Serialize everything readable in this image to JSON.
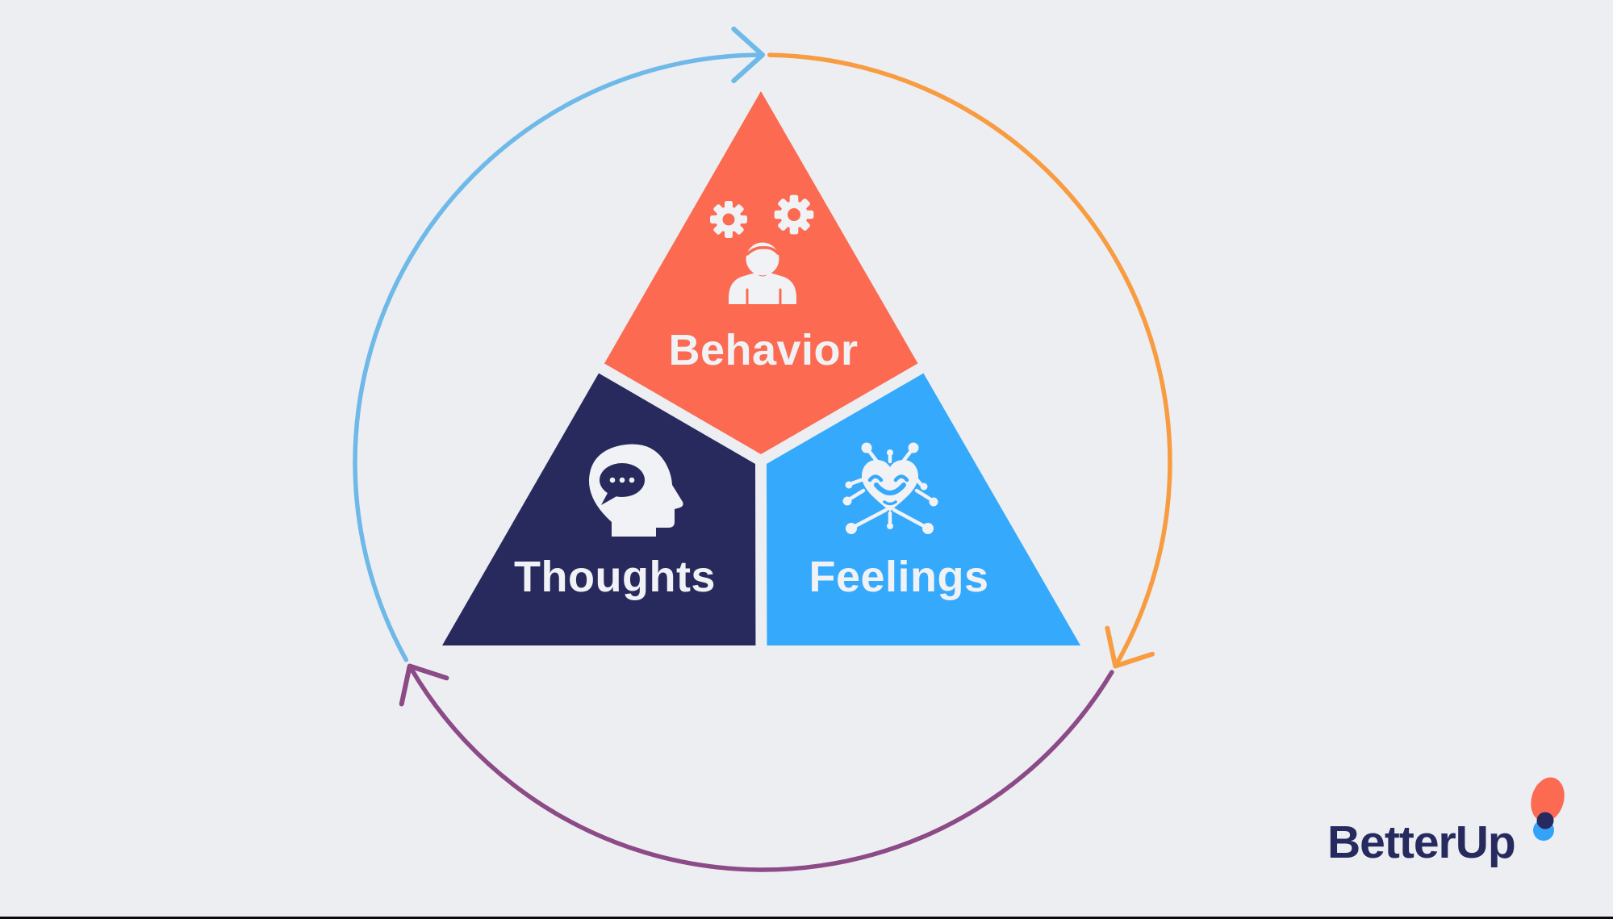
{
  "page": {
    "background_color": "#EDEEF2",
    "bottom_edge_color": "#0B0B0C"
  },
  "diagram": {
    "type": "cbt-triangle-cycle",
    "label_color": "#F0F2F5",
    "icon_color": "#F0F2F5",
    "sections": [
      {
        "id": "behavior",
        "label": "Behavior",
        "color": "#FB6A51",
        "icon": "gears-person-icon"
      },
      {
        "id": "thoughts",
        "label": "Thoughts",
        "color": "#282A5E",
        "icon": "head-speech-bubble-icon"
      },
      {
        "id": "feelings",
        "label": "Feelings",
        "color": "#35A9FC",
        "icon": "heart-antenna-smiley-icon"
      }
    ],
    "cycle_arrows": [
      {
        "id": "top-left-arc",
        "color": "#6FB9E9",
        "direction": "clockwise"
      },
      {
        "id": "right-arc",
        "color": "#F89C42",
        "direction": "clockwise"
      },
      {
        "id": "bottom-arc",
        "color": "#8C4A86",
        "direction": "clockwise"
      }
    ]
  },
  "logo": {
    "text": "BetterUp",
    "text_color": "#262A5E",
    "mark_colors": {
      "orange": "#FB6A51",
      "blue": "#33A3F9",
      "navy": "#262A5E"
    }
  }
}
